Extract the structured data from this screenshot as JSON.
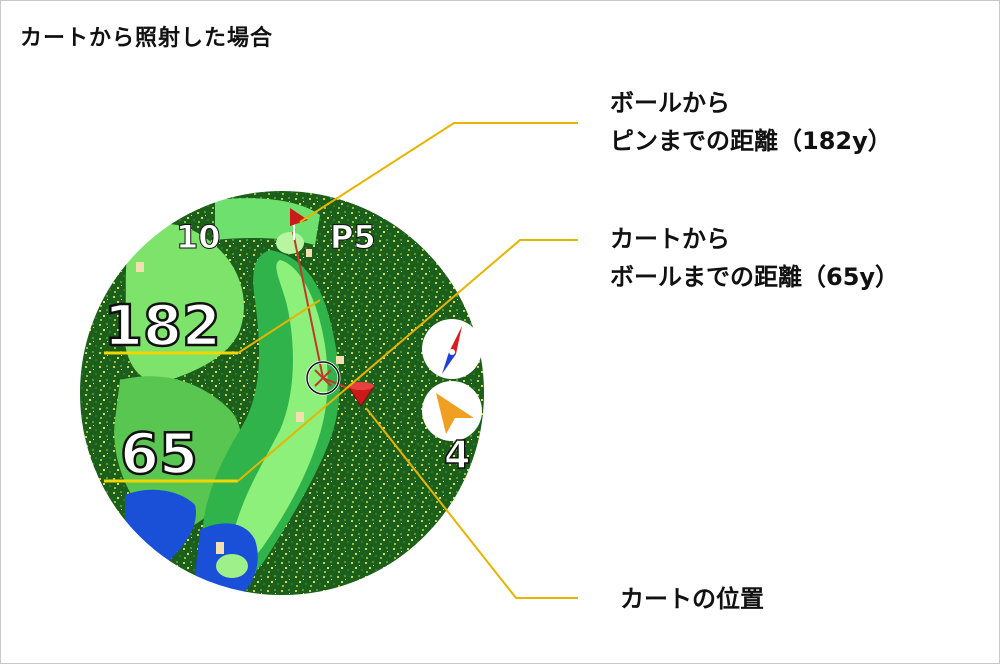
{
  "title": "カートから照射した場合",
  "map": {
    "hole_number": "10",
    "par": "P5",
    "pin_distance": "182",
    "ball_distance": "65",
    "shot_count": "4"
  },
  "callouts": {
    "pin": {
      "line1": "ボールから",
      "line2": "ピンまでの距離（182y）"
    },
    "ball": {
      "line1": "カートから",
      "line2": "ボールまでの距離（65y）"
    },
    "cart": {
      "line1": "カートの位置"
    }
  },
  "colors": {
    "callout_line": "#e8b400",
    "rough": "#1f6b1f",
    "fairway": "#6ee06e",
    "green": "#b8f5a0",
    "water": "#1a4fd8",
    "flag": "#cc1a1a",
    "aim_line": "#c0392b",
    "compass_north": "#d81e1e",
    "compass_south": "#1e3fd8",
    "arrow": "#f0a020"
  },
  "icons": [
    "flag-icon",
    "cart-marker-icon",
    "ball-target-icon",
    "compass-icon",
    "direction-arrow-icon"
  ]
}
